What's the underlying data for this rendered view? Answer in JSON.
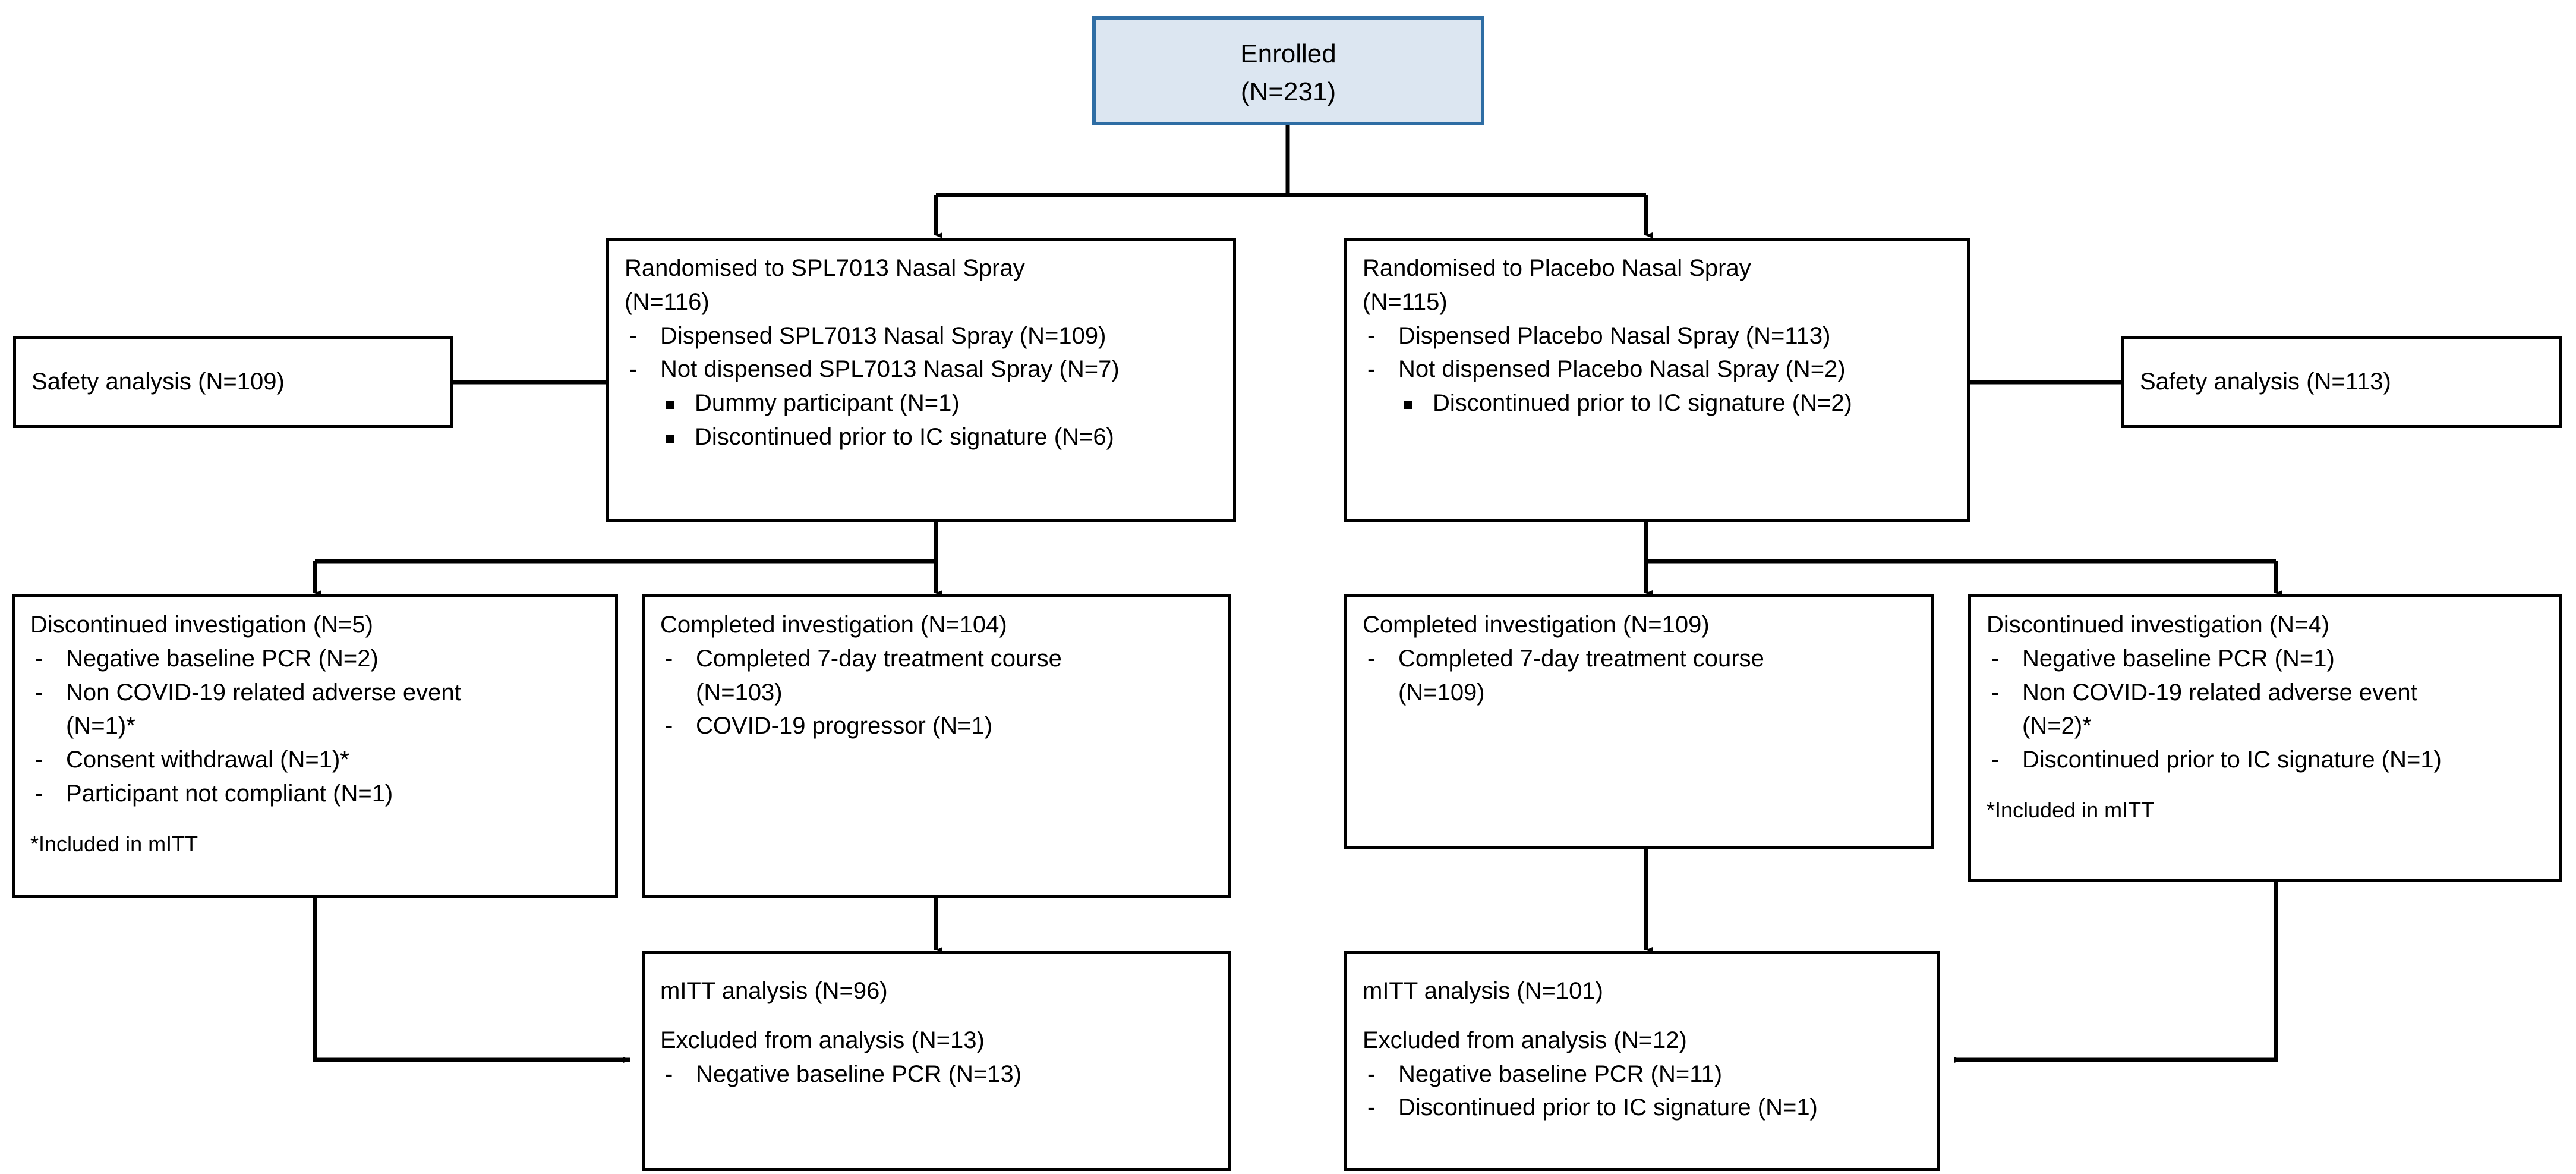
{
  "diagram": {
    "type": "consort-flow-diagram",
    "colors": {
      "enrolled_fill": "#dce6f1",
      "enrolled_border": "#2e6da4",
      "box_border": "#000000",
      "connector": "#000000",
      "text": "#000000"
    }
  },
  "enrolled": {
    "label": "Enrolled",
    "count": "(N=231)"
  },
  "arm_spl": {
    "title": "Randomised to SPL7013 Nasal Spray\n(N=116)",
    "items": [
      "Dispensed SPL7013 Nasal Spray (N=109)",
      "Not dispensed SPL7013 Nasal Spray (N=7)"
    ],
    "subitems": [
      "Dummy participant (N=1)",
      "Discontinued prior to IC signature (N=6)"
    ]
  },
  "arm_placebo": {
    "title": "Randomised to Placebo Nasal Spray\n(N=115)",
    "items": [
      "Dispensed Placebo Nasal Spray (N=113)",
      "Not dispensed Placebo Nasal Spray (N=2)"
    ],
    "subitems": [
      "Discontinued prior to IC signature (N=2)"
    ]
  },
  "safety_left": {
    "label": "Safety analysis (N=109)"
  },
  "safety_right": {
    "label": "Safety analysis (N=113)"
  },
  "discontinued_left": {
    "title": "Discontinued investigation (N=5)",
    "items": [
      "Negative baseline PCR (N=2)",
      "Non COVID-19 related adverse event\n(N=1)*",
      "Consent withdrawal (N=1)*",
      "Participant not compliant (N=1)"
    ],
    "footnote": "*Included in mITT"
  },
  "completed_left": {
    "title": "Completed investigation (N=104)",
    "items": [
      "Completed 7-day treatment course\n(N=103)",
      "COVID-19 progressor (N=1)"
    ]
  },
  "completed_right": {
    "title": "Completed investigation (N=109)",
    "items": [
      "Completed 7-day treatment course\n(N=109)"
    ]
  },
  "discontinued_right": {
    "title": "Discontinued investigation (N=4)",
    "items": [
      "Negative baseline PCR (N=1)",
      "Non COVID-19 related adverse event\n(N=2)*",
      "Discontinued prior to IC signature (N=1)"
    ],
    "footnote": "*Included in mITT"
  },
  "mitt_left": {
    "title": "mITT analysis (N=96)",
    "excluded_title": "Excluded from analysis (N=13)",
    "items": [
      "Negative baseline PCR (N=13)"
    ]
  },
  "mitt_right": {
    "title": "mITT analysis (N=101)",
    "excluded_title": "Excluded from analysis (N=12)",
    "items": [
      "Negative baseline PCR (N=11)",
      "Discontinued prior to IC signature (N=1)"
    ]
  }
}
